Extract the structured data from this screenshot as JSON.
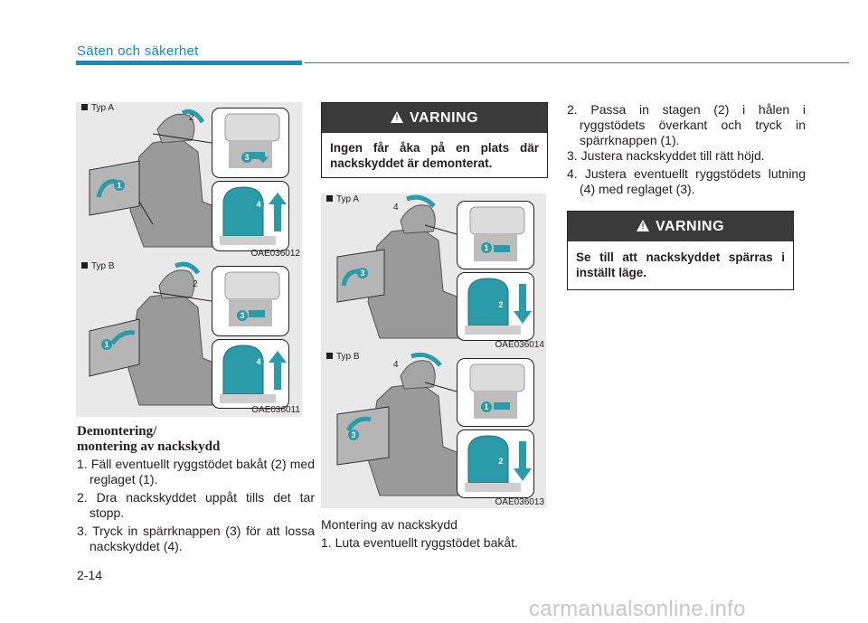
{
  "header": {
    "section_title": "Säten och säkerhet"
  },
  "footer": {
    "page_number": "2-14",
    "watermark": "carmanualsonline.info"
  },
  "figures": {
    "fig1": {
      "label": "Typ A",
      "code": "OAE036012",
      "callouts": [
        "1",
        "3",
        "4"
      ],
      "number": "2"
    },
    "fig2": {
      "label": "Typ B",
      "code": "OAE036011",
      "callouts": [
        "1",
        "3",
        "4"
      ],
      "number": "2"
    },
    "fig3": {
      "label": "Typ A",
      "code": "OAE036014",
      "callouts": [
        "3",
        "1",
        "2"
      ],
      "number": "4"
    },
    "fig4": {
      "label": "Typ B",
      "code": "OAE036013",
      "callouts": [
        "3",
        "1",
        "2"
      ],
      "number": "4"
    }
  },
  "col1": {
    "heading_line1": "Demontering/",
    "heading_line2": "montering av nackskydd",
    "steps": [
      "1. Fäll eventuellt ryggstödet bakåt (2) med reglaget (1).",
      "2. Dra nackskyddet uppåt tills det tar stopp.",
      "3. Tryck in spärrknappen (3) för att lossa nackskyddet (4)."
    ]
  },
  "col2": {
    "warning_title": "VARNING",
    "warning_text": "Ingen får åka på en plats där nackskyddet är demonterat.",
    "subheading": "Montering av nackskydd",
    "steps": [
      "1. Luta eventuellt ryggstödet bakåt."
    ]
  },
  "col3": {
    "steps": [
      "2. Passa in stagen (2) i hålen i ryggstödets överkant och tryck in spärrknappen (1).",
      "3. Justera nackskyddet till rätt höjd.",
      "4. Justera eventuellt ryggstödets lutning (4) med reglaget (3)."
    ],
    "warning_title": "VARNING",
    "warning_text": "Se till att nackskyddet spärras i inställt läge."
  },
  "colors": {
    "accent": "#0a8fc4",
    "callout": "#2b9aa9",
    "warning_header": "#3a3a3a"
  }
}
